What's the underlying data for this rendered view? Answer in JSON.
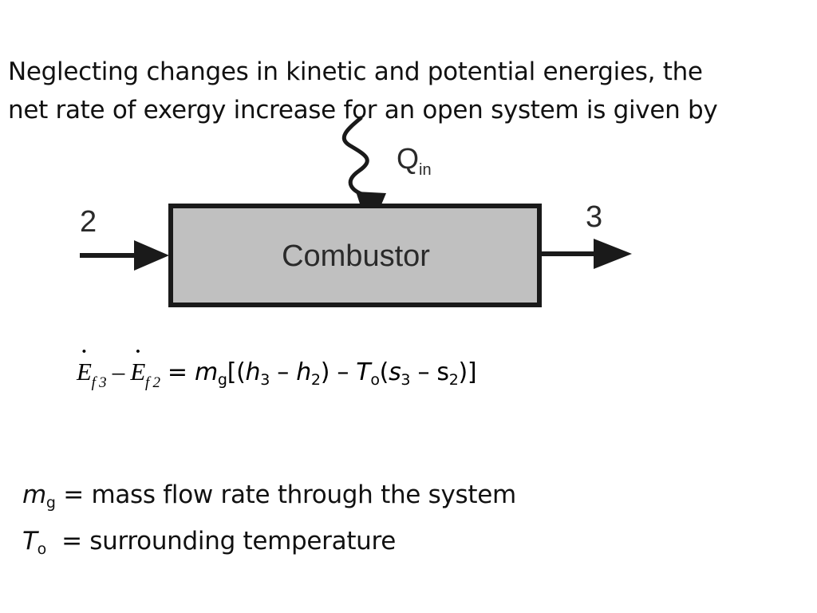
{
  "intro": {
    "line1": "Neglecting changes in kinetic and potential energies, the",
    "line2": "net rate of exergy increase for an open system is given by"
  },
  "diagram": {
    "box_label": "Combustor",
    "inlet_label": "2",
    "outlet_label": "3",
    "heat_label": "Q",
    "heat_sub": "in",
    "box_fill": "#c0c0c0",
    "stroke": "#1a1a1a"
  },
  "equation": {
    "lhs_e1": "E",
    "lhs_e1_sub": "f 3",
    "lhs_minus": " – ",
    "lhs_e2": "E",
    "lhs_e2_sub": "f 2",
    "rhs_eq": " = ",
    "m": "m",
    "m_sub": "g",
    "open": "[(",
    "h3": "h",
    "h3_sub": "3",
    "minus1": " – ",
    "h2": "h",
    "h2_sub": "2",
    "close1": ") – ",
    "T": "T",
    "T_sub": "o",
    "open2": "(",
    "s3": "s",
    "s3_sub": "3",
    "minus2": " – s",
    "s2_sub": "2",
    "close2": ")]"
  },
  "definitions": [
    {
      "sym": "m",
      "sub": "g",
      "text": " = mass flow rate through the system"
    },
    {
      "sym": "T",
      "sub": "o",
      "text": "  = surrounding temperature"
    }
  ]
}
